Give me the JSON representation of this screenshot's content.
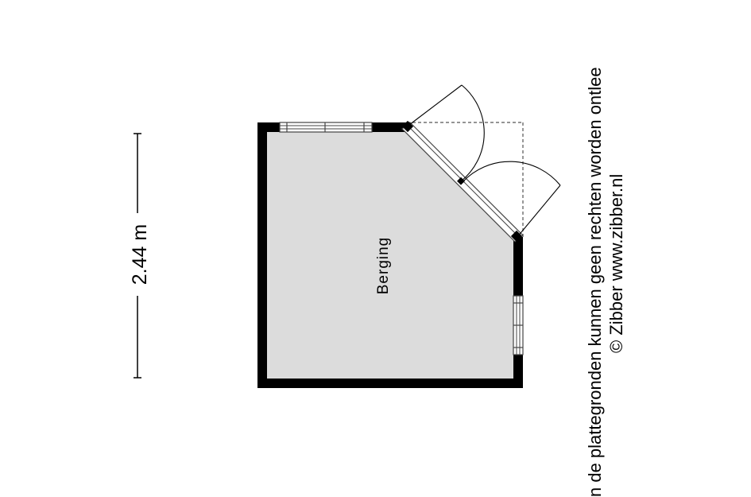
{
  "dimension": {
    "label": "2.44 m"
  },
  "room": {
    "name": "Berging"
  },
  "disclaimer": {
    "line1": "n de plattegronden kunnen geen rechten worden ontlee",
    "line2": "© Zibber www.zibber.nl"
  },
  "colors": {
    "wall": "#000000",
    "floor": "#dcdcdc",
    "window_frame": "#444444",
    "window_glass": "#ffffff",
    "dashed_line": "#555555",
    "background": "#ffffff"
  }
}
